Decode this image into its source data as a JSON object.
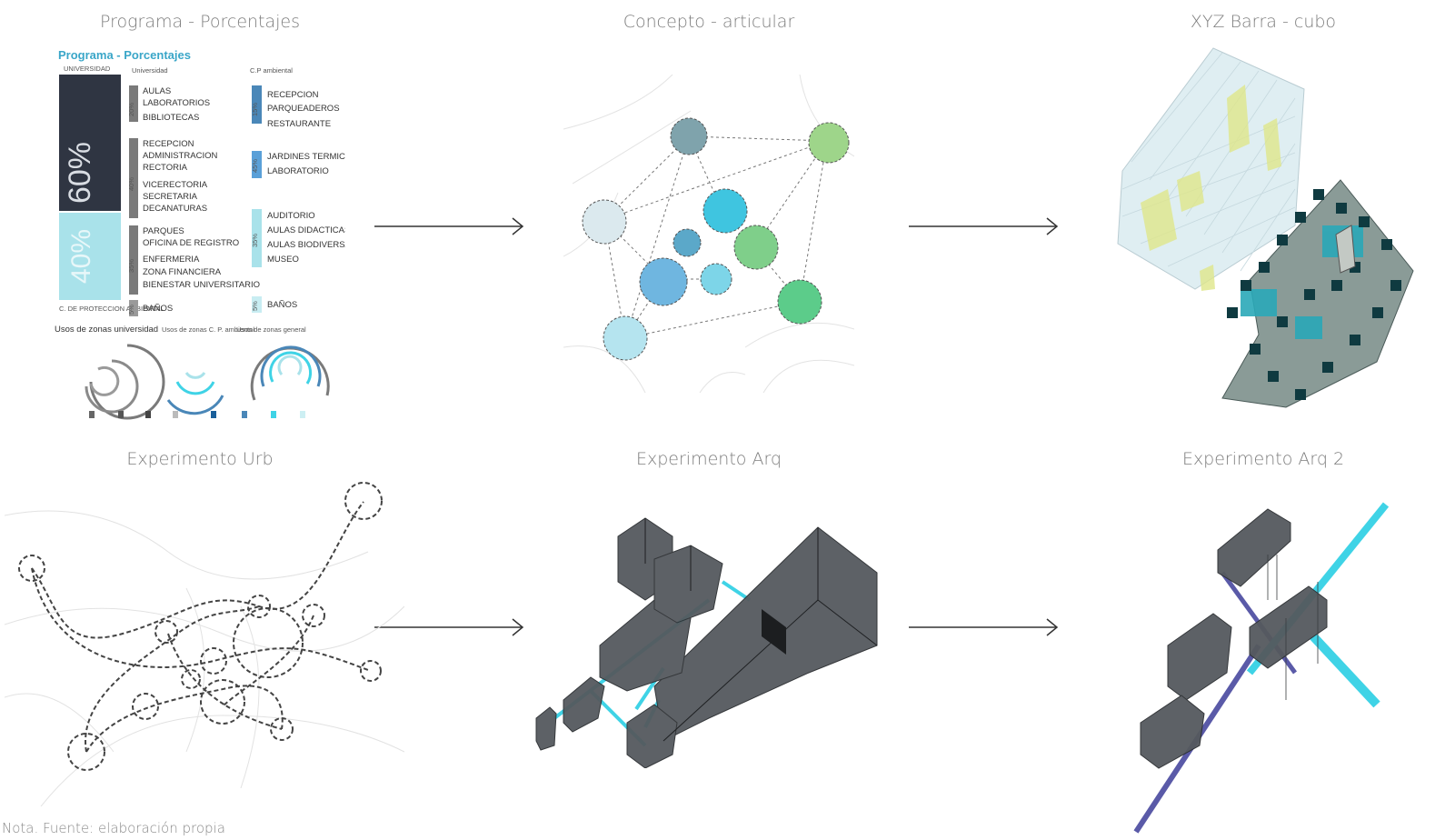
{
  "captions": {
    "programa": "Programa - Porcentajes",
    "concepto": "Concepto - articular",
    "xyz": "XYZ Barra - cubo",
    "urb": "Experimento Urb",
    "arq": "Experimento Arq",
    "arq2": "Experimento Arq 2"
  },
  "note": "Nota. Fuente: elaboración propia",
  "programa": {
    "title": "Programa - Porcentajes",
    "universidad_label": "UNIVERSIDAD",
    "col_universidad": "Universidad",
    "col_cp": "C.P ambiental",
    "pct_60": "60%",
    "pct_40": "40%",
    "cp_label": "C. DE PROTECCION AMBIENTAL",
    "uni_groups": [
      {
        "pct": "20%",
        "items": [
          "AULAS",
          "LABORATORIOS",
          "BIBLIOTECAS"
        ]
      },
      {
        "pct": "40%",
        "items": [
          "RECEPCION",
          "ADMINISTRACION",
          "RECTORIA",
          "VICERECTORIA",
          "SECRETARIA",
          "DECANATURAS"
        ]
      },
      {
        "pct": "35%",
        "items": [
          "PARQUES",
          "OFICINA DE REGISTRO",
          "ENFERMERIA",
          "ZONA FINANCIERA",
          "BIENESTAR UNIVERSITARIO"
        ]
      },
      {
        "pct": "5%",
        "items": [
          "BAÑOS"
        ]
      }
    ],
    "cp_groups": [
      {
        "pct": "15%",
        "items": [
          "RECEPCION",
          "PARQUEADEROS",
          "RESTAURANTE"
        ]
      },
      {
        "pct": "45%",
        "items": [
          "JARDINES TERMICOS",
          "LABORATORIO"
        ]
      },
      {
        "pct": "35%",
        "items": [
          "AUDITORIO",
          "AULAS DIDACTICAS",
          "AULAS BIODIVERSAS",
          "MUSEO"
        ]
      },
      {
        "pct": "5%",
        "items": [
          "BAÑOS"
        ]
      }
    ],
    "usos": [
      "Usos de zonas universidad",
      "Usos de zonas C. P. ambiental",
      "Usos de zonas general"
    ]
  },
  "colors": {
    "dark": "#2f3542",
    "light_cyan": "#a9e2ea",
    "cyan": "#3fd3e6",
    "blue": "#4a87b8",
    "green": "#8fd36a",
    "gray_block": "#5a5d62",
    "purple": "#5a5aa8"
  },
  "icons": {
    "arrow": "right-arrow-icon"
  }
}
